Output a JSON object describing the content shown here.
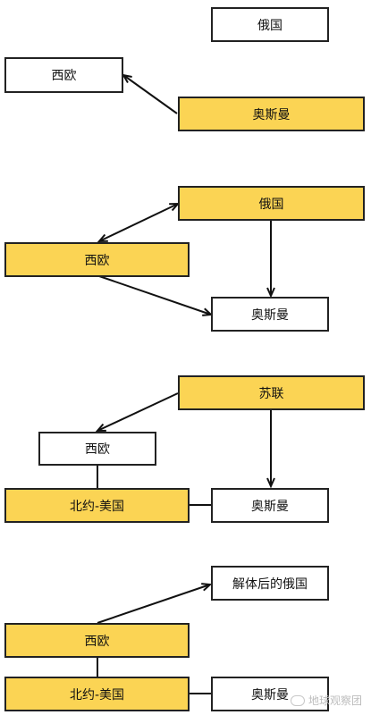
{
  "colors": {
    "highlight": "#fbd454",
    "plain": "#ffffff",
    "border": "#222222"
  },
  "panel1": {
    "russia": "俄国",
    "western_europe": "西欧",
    "ottoman": "奥斯曼"
  },
  "panel2": {
    "russia": "俄国",
    "western_europe": "西欧",
    "ottoman": "奥斯曼"
  },
  "panel3": {
    "soviet_union": "苏联",
    "western_europe": "西欧",
    "nato_usa": "北约-美国",
    "ottoman": "奥斯曼"
  },
  "panel4": {
    "post_breakup_russia": "解体后的俄国",
    "western_europe": "西欧",
    "nato_usa": "北约-美国",
    "ottoman": "奥斯曼"
  },
  "watermark": {
    "text": "地球观察团",
    "icon": "wechat-logo-icon"
  }
}
